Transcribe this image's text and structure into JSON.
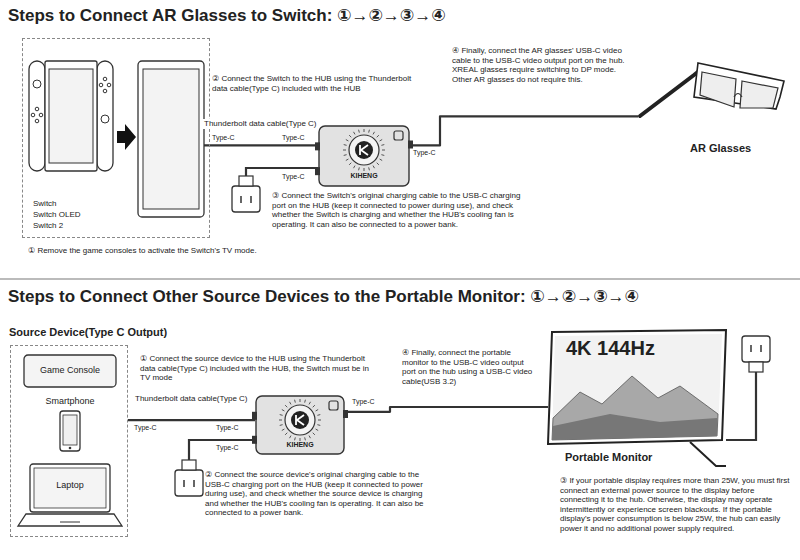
{
  "diagram": {
    "title": "Steps to Connect AR Glasses to Switch: ①→②→③→④",
    "nodes": [
      {
        "text": [
          "Switch",
          "Switch OLED",
          "Switch 2"
        ]
      },
      {
        "text": [
          "KIHENG"
        ]
      },
      {
        "text": [
          "AR Glasses"
        ]
      },
      {
        "text": [
          "Source Device(Type C Output)"
        ]
      },
      {
        "text": [
          "Game Console"
        ],
        "in": 3
      },
      {
        "text": [
          "Smartphone"
        ],
        "in": 3
      },
      {
        "text": [
          "Laptop"
        ],
        "in": 3
      },
      {
        "text": [
          "KIHENG"
        ]
      },
      {
        "text": [
          "4K 144Hz",
          "Portable Monitor"
        ]
      }
    ],
    "edges": [
      {
        "from": 0,
        "to": 1,
        "label": "Thunderbolt data cable(Type C)",
        "arrow": "none"
      },
      {
        "from": 1,
        "to": 2,
        "arrow": "none"
      },
      {
        "from": 3,
        "to": 7,
        "label": "Thunderbolt data cable(Type C)",
        "arrow": "none"
      },
      {
        "from": 7,
        "to": 8,
        "arrow": "none"
      }
    ],
    "labels": [
      "① Remove the game consoles to activate the Switch's TV mode.",
      "② Connect the Switch to the HUB using the Thunderbolt data cable(Type C) included with the HUB",
      "Type-C",
      "Type-C",
      "Type-C",
      "③ Connect the Switch's original charging cable to the USB-C charging port on the HUB (keep it connected to power during use), and check whether the Switch is charging and whether the HUB's cooling fan is operating. It can also be connected to a power bank.",
      "Type-C",
      "④ Finally, connect the AR glasses' USB-C video cable to the USB-C video output port on the hub. XREAL glasses require switching to DP mode. Other AR glasses do not require this.",
      "Steps to Connect Other Source Devices to the Portable Monitor: ①→②→③→④",
      "① Connect the source device to the HUB using the Thunderbolt data cable(Type C) included with the HUB, the Switch must be in TV mode",
      "Type-C",
      "Type-C",
      "Type-C",
      "② Connect the source device's original charging cable to the USB-C charging port on the HUB (keep it connected to power during use), and check whether the source device is charging and whether the HUB's cooling fan is operating. It can also be connected to a power bank.",
      "④ Finally, connect the portable monitor to the USB-C video output port on the hub using a USB-C video cable(USB 3.2)",
      "Type-C",
      "③ If your portable display requires more than 25W, you must first connect an external power source to the display before connecting it to the hub. Otherwise, the display may operate intermittently or experience screen blackouts. If the portable display's power consumption is below 25W, the hub can easily power it and no additional power supply required."
    ]
  }
}
